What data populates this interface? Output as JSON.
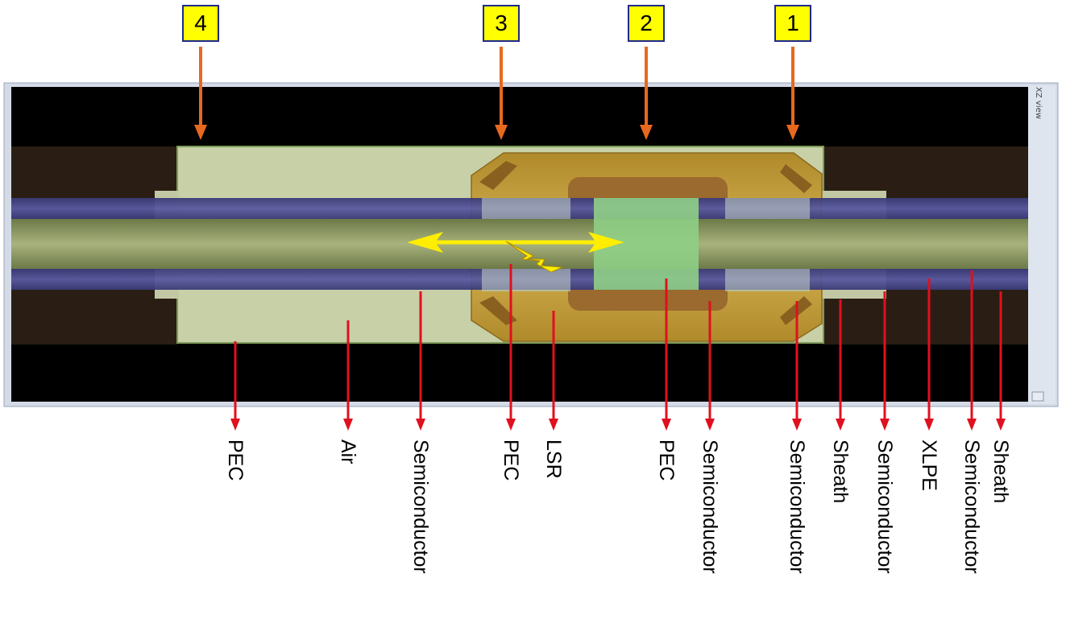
{
  "view_tag": "XZ view",
  "markers": [
    {
      "id": "4",
      "label": "4"
    },
    {
      "id": "3",
      "label": "3"
    },
    {
      "id": "2",
      "label": "2"
    },
    {
      "id": "1",
      "label": "1"
    }
  ],
  "material_labels": [
    "PEC",
    "Air",
    "Semiconductor",
    "PEC",
    "LSR",
    "PEC",
    "Semiconductor",
    "Semiconductor",
    "Sheath",
    "Semiconductor",
    "XLPE",
    "Semiconductor",
    "Sheath"
  ],
  "colors": {
    "panel_bg": "#000000",
    "conductor": "#8c9a62",
    "insulation_band": "#4a4a8a",
    "outer_layer": "#2a1e14",
    "shell": "#c7d0a6",
    "lsr": "#c9a540",
    "semiconductor_core": "#9a6a2e",
    "field_grading": "#8fcf86",
    "arrow_orange": "#e8691e",
    "arrow_red": "#e0101e",
    "marker_fill": "#ffff00",
    "marker_border": "#1e2a8a",
    "discharge": "#ffee00"
  }
}
